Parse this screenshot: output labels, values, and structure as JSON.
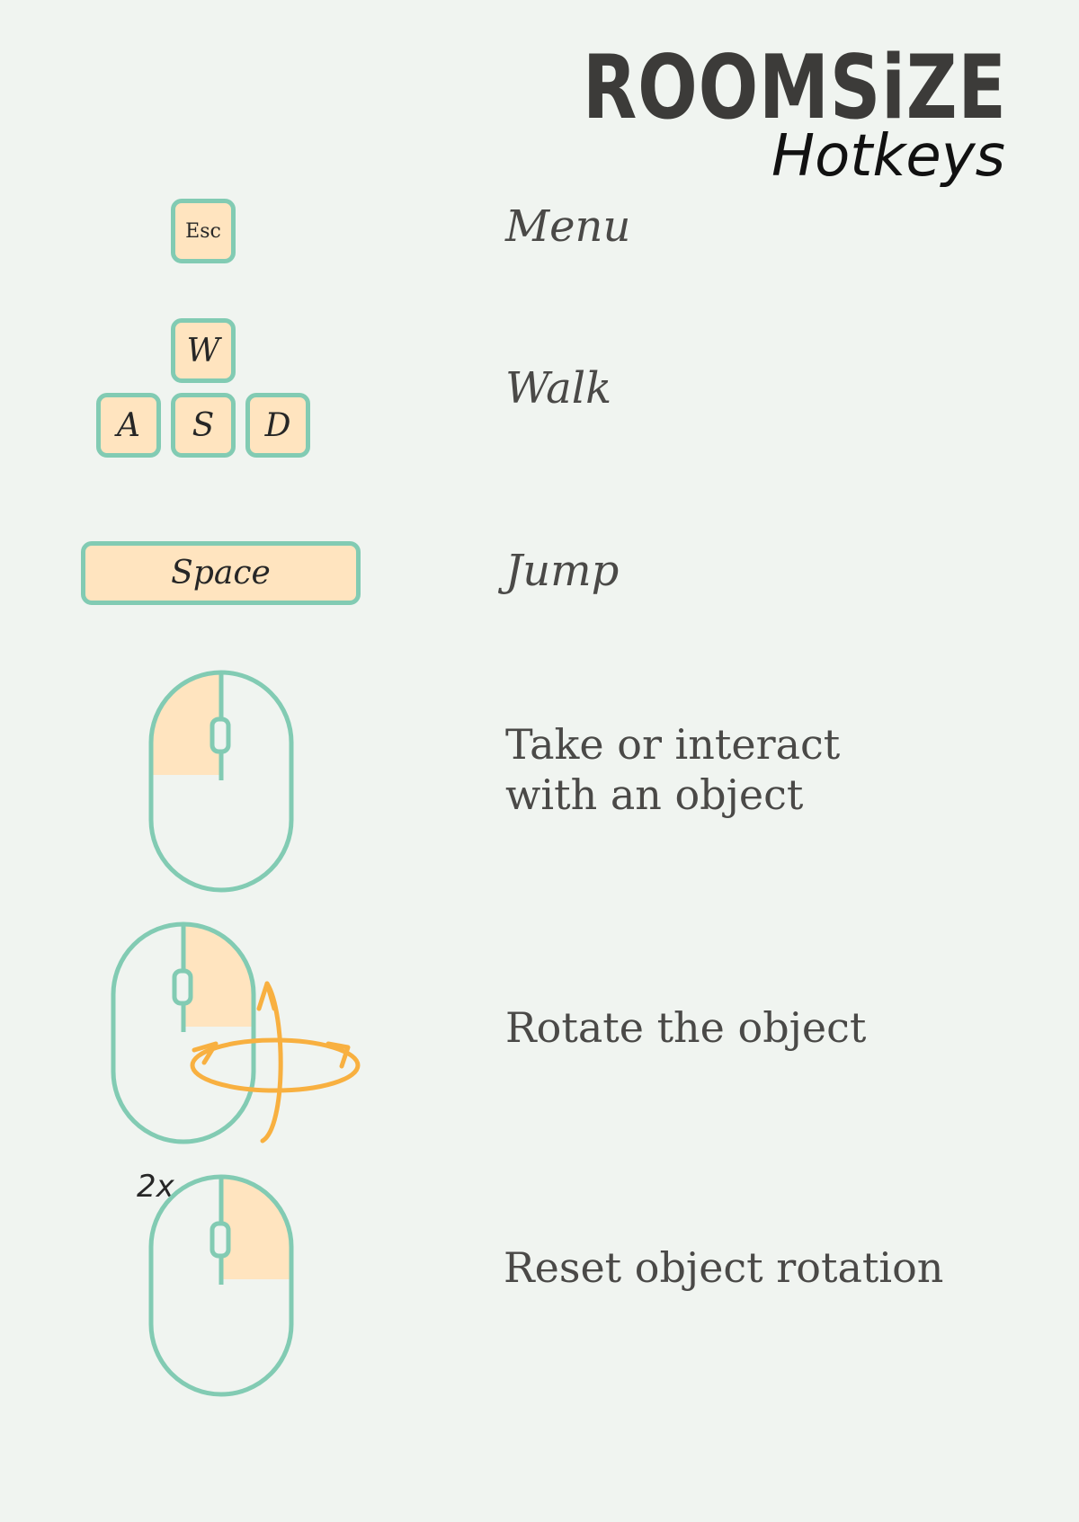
{
  "header": {
    "brand": "ROOMSiZE",
    "subtitle": "Hotkeys"
  },
  "hotkeys": [
    {
      "keys": [
        "Esc"
      ],
      "action": "Menu"
    },
    {
      "keys": [
        "W",
        "A",
        "S",
        "D"
      ],
      "action": "Walk"
    },
    {
      "keys": [
        "Space"
      ],
      "action": "Jump"
    },
    {
      "input": "left mouse button",
      "action_lines": [
        "Take or interact",
        "with an object"
      ]
    },
    {
      "input": "right mouse button with rotation arrows",
      "action": "Rotate the object"
    },
    {
      "input": "right mouse button double click",
      "modifier": "2x",
      "action": "Reset object rotation"
    }
  ],
  "colors": {
    "background": "#f0f4f0",
    "key_fill": "#ffe4bf",
    "key_border": "#82cbb3",
    "mouse_outline": "#82cbb3",
    "mouse_highlight": "#ffe4bf",
    "rotate_arrow": "#f8b040",
    "text": "#4a4947",
    "brand": "#3c3b39"
  },
  "icons": [
    "esc-key-icon",
    "w-key-icon",
    "a-key-icon",
    "s-key-icon",
    "d-key-icon",
    "space-key-icon",
    "left-click-mouse-icon",
    "right-click-mouse-icon",
    "rotate-arrows-icon"
  ]
}
